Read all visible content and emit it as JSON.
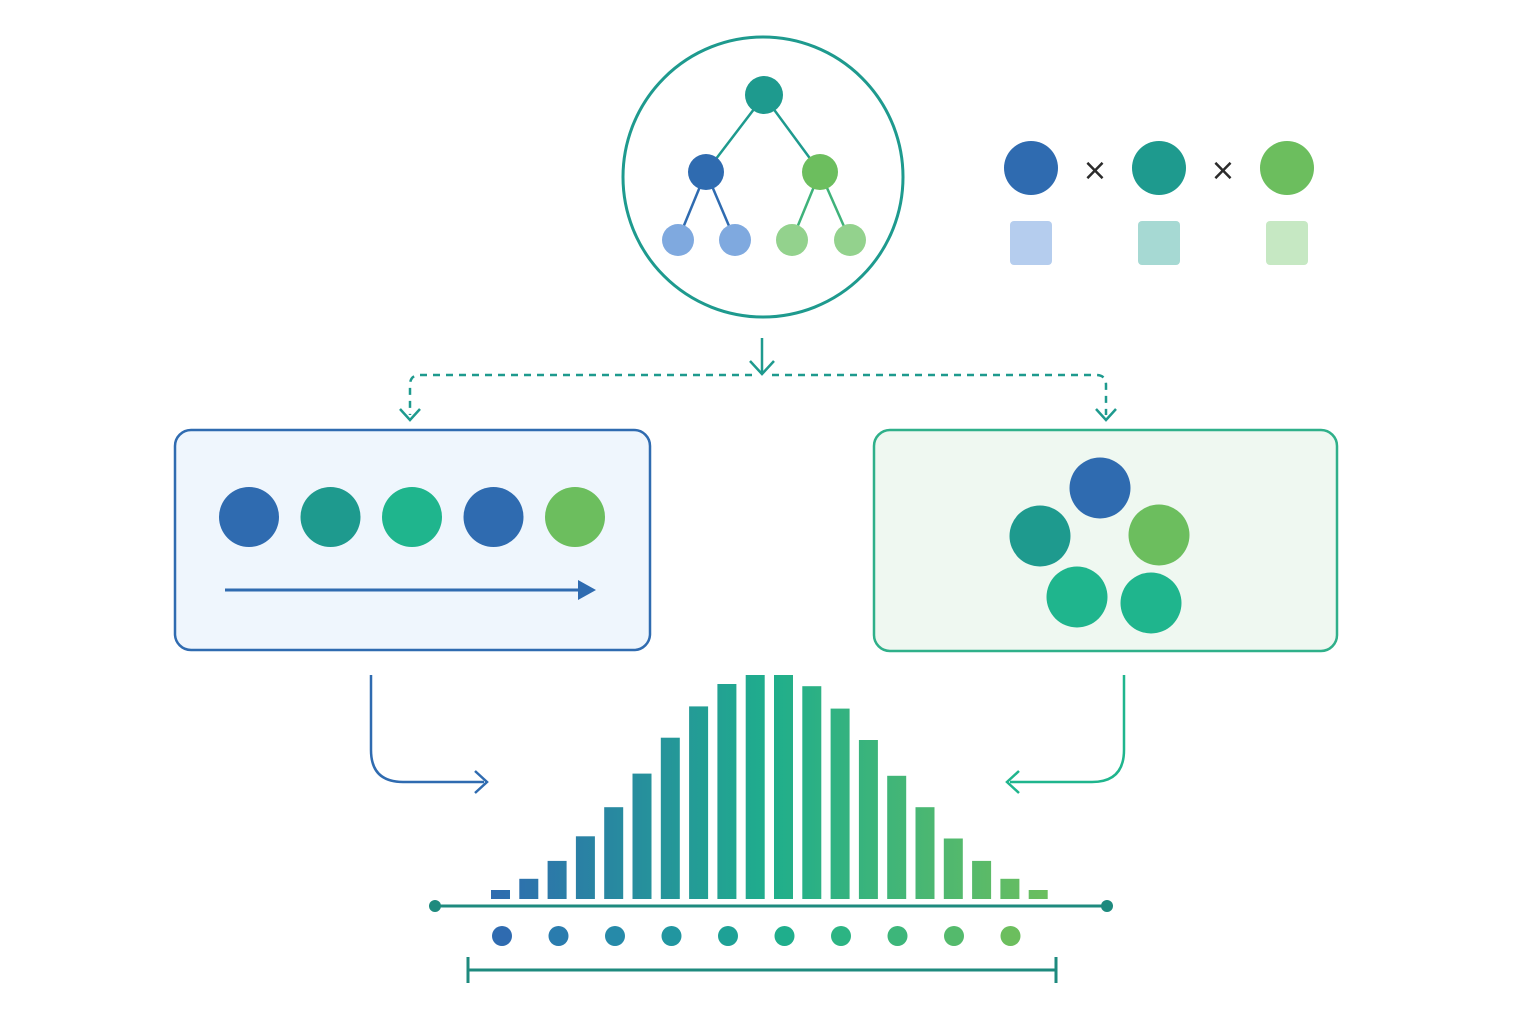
{
  "colors": {
    "blue": "#2f6bb0",
    "teal": "#1e9a8e",
    "emerald": "#1fb58d",
    "green": "#6cbe5e",
    "light_blue": "#7fa9df",
    "light_green": "#93d28d",
    "pale_blue": "#b5cdee",
    "pale_teal": "#a6d9d3",
    "pale_green": "#c6e8c3",
    "panel_blue_fill": "#eff6fd",
    "panel_green_fill": "#eff8f1",
    "panel_blue_border": "#2f6bb0",
    "panel_green_border": "#2fb08a"
  },
  "combination": {
    "operator_1": "×",
    "operator_2": "×"
  },
  "sequence_panel": {
    "tokens": [
      "blue",
      "teal",
      "emerald",
      "blue",
      "green"
    ]
  },
  "cluster_panel": {
    "tokens": [
      "blue",
      "teal",
      "green",
      "emerald",
      "emerald"
    ]
  },
  "distribution": {
    "relative_heights": [
      0.04,
      0.09,
      0.17,
      0.28,
      0.41,
      0.56,
      0.72,
      0.86,
      0.96,
      1.0,
      1.0,
      0.95,
      0.85,
      0.71,
      0.55,
      0.41,
      0.27,
      0.17,
      0.09,
      0.04
    ],
    "marker_count": 10
  }
}
